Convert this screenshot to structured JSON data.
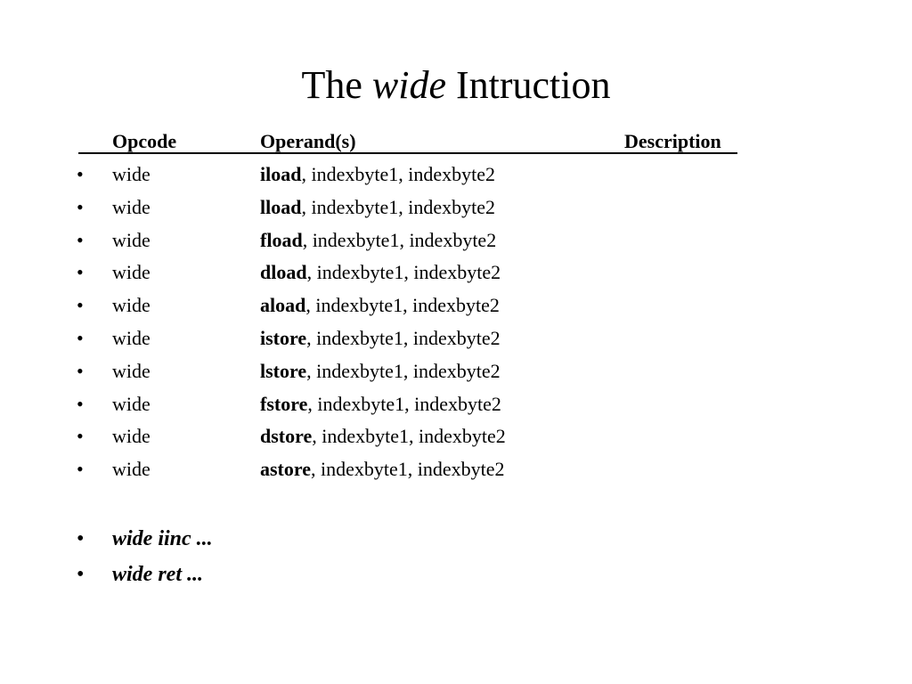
{
  "title": {
    "prefix": "The ",
    "italic": "wide",
    "suffix": " Intruction"
  },
  "header": {
    "opcode": "Opcode",
    "operands": "Operand(s)",
    "description": "Description"
  },
  "bullet": "•",
  "rows": [
    {
      "opcode": "wide",
      "instr": "iload",
      "args": ", indexbyte1, indexbyte2"
    },
    {
      "opcode": "wide",
      "instr": "lload",
      "args": ", indexbyte1, indexbyte2"
    },
    {
      "opcode": "wide",
      "instr": "fload",
      "args": ", indexbyte1, indexbyte2"
    },
    {
      "opcode": "wide",
      "instr": "dload",
      "args": ", indexbyte1, indexbyte2"
    },
    {
      "opcode": "wide",
      "instr": "aload",
      "args": ", indexbyte1, indexbyte2"
    },
    {
      "opcode": "wide",
      "instr": "istore",
      "args": ", indexbyte1, indexbyte2"
    },
    {
      "opcode": "wide",
      "instr": "lstore",
      "args": ", indexbyte1, indexbyte2"
    },
    {
      "opcode": "wide",
      "instr": "fstore",
      "args": ", indexbyte1, indexbyte2"
    },
    {
      "opcode": "wide",
      "instr": "dstore",
      "args": ", indexbyte1, indexbyte2"
    },
    {
      "opcode": "wide",
      "instr": "astore",
      "args": ", indexbyte1, indexbyte2"
    }
  ],
  "extra_items": [
    "wide iinc ...",
    "wide ret ..."
  ]
}
